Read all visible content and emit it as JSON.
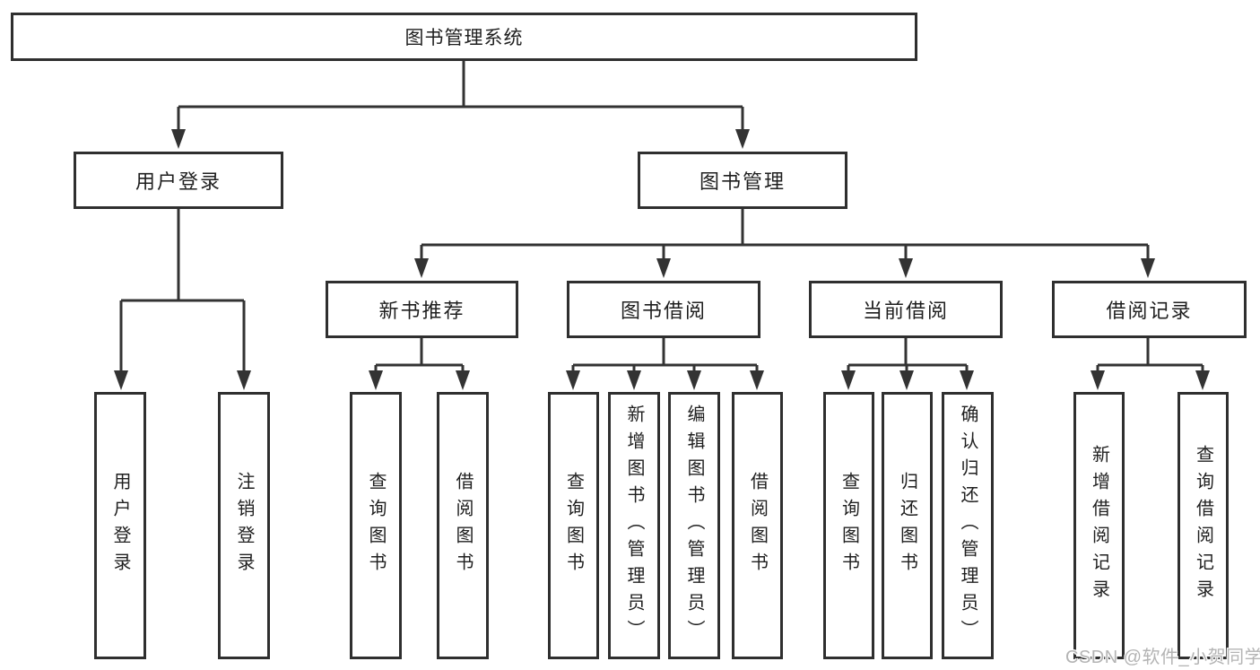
{
  "diagram": {
    "type": "tree",
    "root": {
      "label": "图书管理系统",
      "children": [
        {
          "label": "用户登录",
          "children": [
            {
              "label": "用户登录"
            },
            {
              "label": "注销登录"
            }
          ]
        },
        {
          "label": "图书管理",
          "children": [
            {
              "label": "新书推荐",
              "children": [
                {
                  "label": "查询图书"
                },
                {
                  "label": "借阅图书"
                }
              ]
            },
            {
              "label": "图书借阅",
              "children": [
                {
                  "label": "查询图书"
                },
                {
                  "label": "新增图书（管理员）"
                },
                {
                  "label": "编辑图书（管理员）"
                },
                {
                  "label": "借阅图书"
                }
              ]
            },
            {
              "label": "当前借阅",
              "children": [
                {
                  "label": "查询图书"
                },
                {
                  "label": "归还图书"
                },
                {
                  "label": "确认归还（管理员）"
                }
              ]
            },
            {
              "label": "借阅记录",
              "children": [
                {
                  "label": "新增借阅记录"
                },
                {
                  "label": "查询借阅记录"
                }
              ]
            }
          ]
        }
      ]
    }
  },
  "watermark": {
    "text": "CSDN @软件_小贺同学"
  },
  "colors": {
    "line": "#333333",
    "border": "#2f2f2f",
    "text": "#1f1f1f",
    "background": "#ffffff",
    "watermark": "#b4b4b4"
  }
}
